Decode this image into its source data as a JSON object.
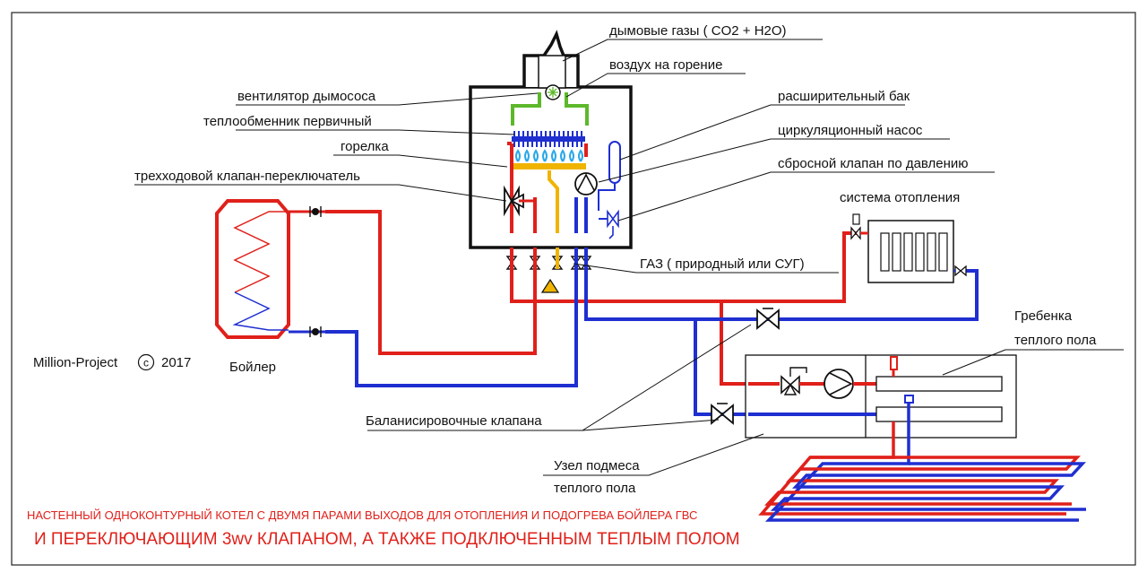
{
  "colors": {
    "supply": "#e0201a",
    "return": "#1f2fd0",
    "gas": "#f0b400",
    "air": "#5cb82a",
    "outline": "#111111",
    "title": "#e0201a"
  },
  "icons": [
    "fan-icon",
    "pump-icon",
    "three-way-valve-icon",
    "ball-valve-icon",
    "balancing-valve-icon",
    "pressure-relief-valve-icon",
    "flame-icon",
    "gas-warning-icon",
    "copyright-icon"
  ],
  "labels": {
    "flue_gases": "дымовые газы  ( CO2 + H2O)",
    "combustion_air": "воздух на горение",
    "fan": "вентилятор дымососа",
    "primary_hex": "теплообменник первичный",
    "burner": "горелка",
    "three_way_valve": "трехходовой клапан-переключатель",
    "expansion_tank": "расширительный бак",
    "circ_pump": "циркуляционный насос",
    "relief_valve": "сбросной клапан по давлению",
    "heating_system": "система отопления",
    "gas": "ГАЗ  ( природный или СУГ)",
    "manifold_line1": "Гребенка",
    "manifold_line2": "теплого пола",
    "balancing_valves": "Баланисировочные клапана",
    "mixing_unit_line1": "Узел подмеса",
    "mixing_unit_line2": "теплого пола",
    "boiler_tank": "Бойлер",
    "copyright_name": "Million-Project",
    "copyright_symbol": "c",
    "copyright_year": "2017"
  },
  "title": {
    "line1": "НАСТЕННЫЙ ОДНОКОНТУРНЫЙ КОТЕЛ С ДВУМЯ ПАРАМИ ВЫХОДОВ ДЛЯ ОТОПЛЕНИЯ И ПОДОГРЕВА БОЙЛЕРА ГВС",
    "line2": "И ПЕРЕКЛЮЧАЮЩИМ 3wv КЛАПАНОМ, А ТАКЖЕ ПОДКЛЮЧЕННЫМ ТЕПЛЫМ ПОЛОМ"
  }
}
